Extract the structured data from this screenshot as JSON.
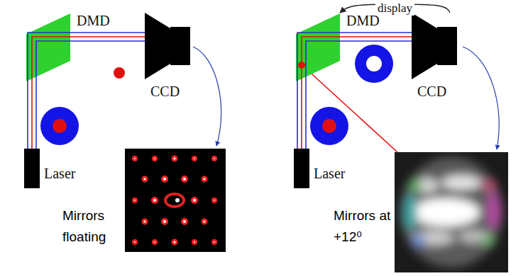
{
  "diagram": {
    "nodes": [
      {
        "text": [
          "DMD"
        ]
      },
      {
        "text": [
          "CCD"
        ]
      },
      {
        "text": [
          "Laser"
        ]
      },
      {
        "text": [
          "DMD"
        ]
      },
      {
        "text": [
          "CCD"
        ]
      },
      {
        "text": [
          "Laser"
        ]
      }
    ],
    "edges": [
      {
        "from": 2,
        "to": 0,
        "arrow": "none"
      },
      {
        "from": 0,
        "to": 1,
        "arrow": "none"
      },
      {
        "from": 5,
        "to": 3,
        "arrow": "none"
      },
      {
        "from": 3,
        "to": 4,
        "arrow": "none"
      },
      {
        "from": 4,
        "to": 3,
        "label": "display",
        "arrow": "to"
      }
    ],
    "labels": [
      "Mirrors floating",
      "Mirrors at +12⁰"
    ]
  }
}
